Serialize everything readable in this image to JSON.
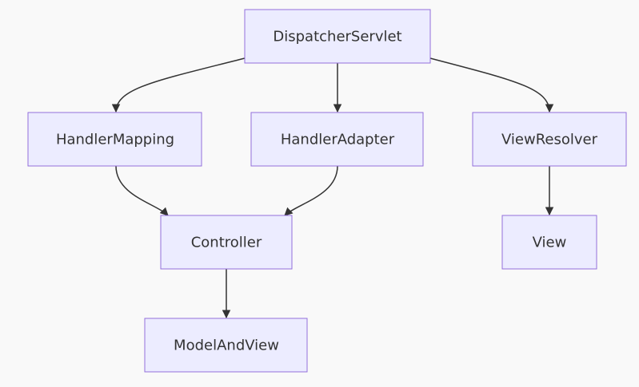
{
  "diagram": {
    "type": "flowchart",
    "nodes": {
      "dispatcher": "DispatcherServlet",
      "handler_mapping": "HandlerMapping",
      "handler_adapter": "HandlerAdapter",
      "view_resolver": "ViewResolver",
      "controller": "Controller",
      "view": "View",
      "model_and_view": "ModelAndView"
    },
    "edges": [
      {
        "from": "DispatcherServlet",
        "to": "HandlerMapping"
      },
      {
        "from": "DispatcherServlet",
        "to": "HandlerAdapter"
      },
      {
        "from": "DispatcherServlet",
        "to": "ViewResolver"
      },
      {
        "from": "HandlerMapping",
        "to": "Controller"
      },
      {
        "from": "HandlerAdapter",
        "to": "Controller"
      },
      {
        "from": "ViewResolver",
        "to": "View"
      },
      {
        "from": "Controller",
        "to": "ModelAndView"
      }
    ],
    "colors": {
      "background": "#f9f9f9",
      "node_fill": "#ececff",
      "node_border": "#9370db",
      "edge": "#333333",
      "text": "#333333"
    }
  }
}
